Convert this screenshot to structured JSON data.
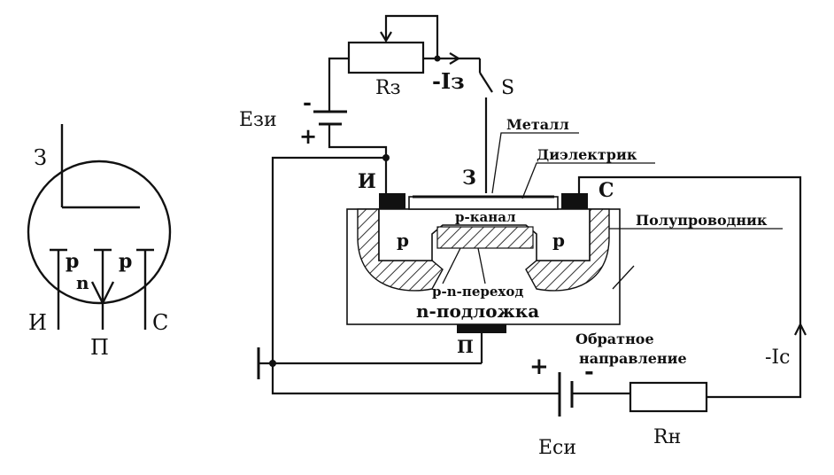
{
  "symbol": {
    "gate": "З",
    "p_left": "p",
    "n": "n",
    "p_right": "p",
    "source": "И",
    "substrate": "П",
    "drain": "С"
  },
  "circuit": {
    "rz": "Rз",
    "iz": "-Iз",
    "switch": "S",
    "ezi": "Eзи",
    "minus_top": "-",
    "plus_top": "+",
    "source_term": "И",
    "gate_term": "З",
    "drain_term": "С",
    "substrate_term": "П",
    "metal": "Металл",
    "dielectric": "Диэлектрик",
    "semiconductor": "Полупроводник",
    "p_channel": "р-канал",
    "p_left": "р",
    "p_right": "р",
    "pn_junction": "р-n-переход",
    "n_substrate": "n-подложка",
    "reverse_line1": "Обратное",
    "reverse_line2": "направление",
    "plus_bottom": "+",
    "minus_bottom": "-",
    "ic": "-Ic",
    "esi": "Eси",
    "rn": "Rн"
  }
}
